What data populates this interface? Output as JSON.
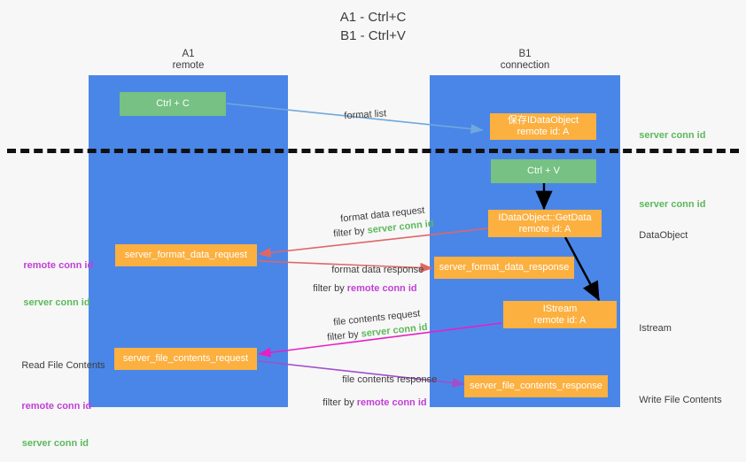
{
  "title": {
    "line1": "A1 - Ctrl+C",
    "line2": "B1 - Ctrl+V"
  },
  "lanes": [
    {
      "id": "a1",
      "name": "A1",
      "sub": "remote",
      "color": "#4a86e8"
    },
    {
      "id": "b1",
      "name": "B1",
      "sub": "connection",
      "color": "#4a86e8"
    }
  ],
  "colors": {
    "lane": "#4a86e8",
    "orange": "#fbb040",
    "green_box": "#76c183",
    "green_text": "#5cb85c",
    "purple_text": "#c13fd6",
    "arrow_blue": "#6fa8dc",
    "arrow_red": "#e06666",
    "arrow_magenta": "#e91ec4",
    "arrow_purple": "#a14fc9",
    "arrow_black": "#000000",
    "divider": "#111111",
    "background": "#f7f7f7"
  },
  "boxes": {
    "ctrl_c": {
      "line1": "Ctrl + C",
      "line2": ""
    },
    "save_dataobj": {
      "line1": "保存IDataObject",
      "line2": "remote id: A"
    },
    "ctrl_v": {
      "line1": "Ctrl + V",
      "line2": ""
    },
    "getdata": {
      "line1": "IDataObject::GetData",
      "line2": "remote id: A"
    },
    "fmt_req": {
      "line1": "server_format_data_request",
      "line2": ""
    },
    "fmt_resp": {
      "line1": "server_format_data_response",
      "line2": ""
    },
    "istream": {
      "line1": "IStream",
      "line2": "remote id: A"
    },
    "file_req": {
      "line1": "server_file_contents_request",
      "line2": ""
    },
    "file_resp": {
      "line1": "server_file_contents_response",
      "line2": ""
    }
  },
  "edge_labels": {
    "format_list": "format list",
    "format_data_request": "format data request",
    "format_data_request_filter_prefix": "filter by ",
    "format_data_request_filter_value": "server conn id",
    "format_data_response": "format data response",
    "format_data_response_filter_prefix": "filter by ",
    "format_data_response_filter_value": "remote conn id",
    "file_contents_request": "file contents request",
    "file_contents_request_filter_prefix": "filter by ",
    "file_contents_request_filter_value": "server conn id",
    "file_contents_response": "file contents response",
    "file_contents_response_filter_prefix": "filter by ",
    "file_contents_response_filter_value": "remote conn id"
  },
  "side_labels": {
    "server_conn_id_top": "server conn id",
    "server_conn_id_mid": "server conn id",
    "dataobject": "DataObject",
    "istream": "Istream",
    "write_file_contents": "Write File Contents"
  },
  "left_labels": {
    "grp1_remote": "remote conn id",
    "grp1_server": "server conn id",
    "read_file_contents": "Read File Contents",
    "grp2_remote": "remote conn id",
    "grp2_server": "server conn id"
  }
}
